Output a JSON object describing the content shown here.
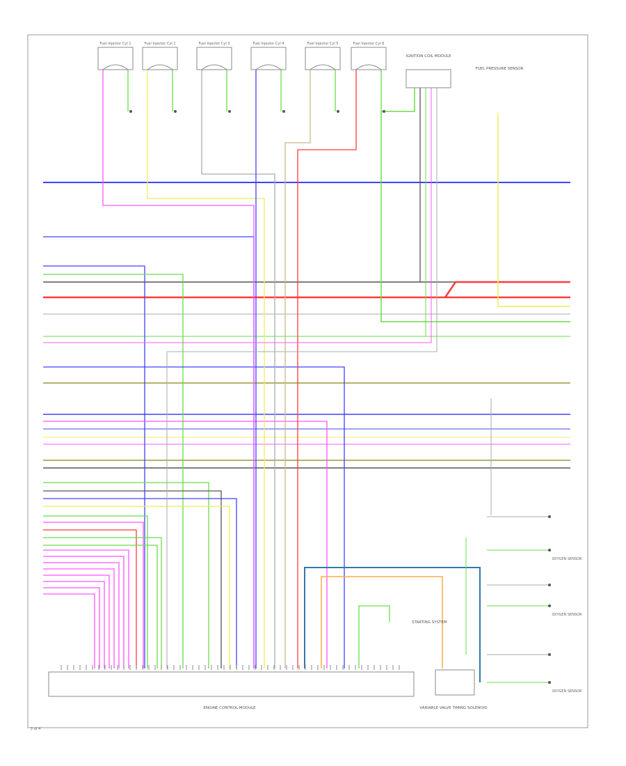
{
  "diagram": {
    "type": "wiring-diagram",
    "page_code": "2 of 4",
    "top_components": [
      {
        "name": "Fuel Injector Cyl 1"
      },
      {
        "name": "Fuel Injector Cyl 2"
      },
      {
        "name": "Fuel Injector Cyl 3"
      },
      {
        "name": "Fuel Injector Cyl 4"
      },
      {
        "name": "Fuel Injector Cyl 5"
      },
      {
        "name": "Fuel Injector Cyl 6"
      }
    ],
    "ignition_module_label": "IGNITION COIL MODULE",
    "pressure_sensor_label": "FUEL PRESSURE SENSOR",
    "ecm_label": "ENGINE CONTROL MODULE",
    "vvt_label": "VARIABLE VALVE TIMING SOLENOID",
    "o2_sensor_label": "OXYGEN SENSOR",
    "starting_label": "STARTING SYSTEM",
    "colors": {
      "blue": "#4040ff",
      "red": "#ff3b3b",
      "green": "#66dd44",
      "magenta": "#ff55ff",
      "yellow": "#eeee55",
      "gray": "#aaaaaa",
      "darkgray": "#555555",
      "olive": "#999933",
      "tan": "#c8b88a",
      "orange": "#ffaa44",
      "teal": "#3377aa"
    }
  }
}
